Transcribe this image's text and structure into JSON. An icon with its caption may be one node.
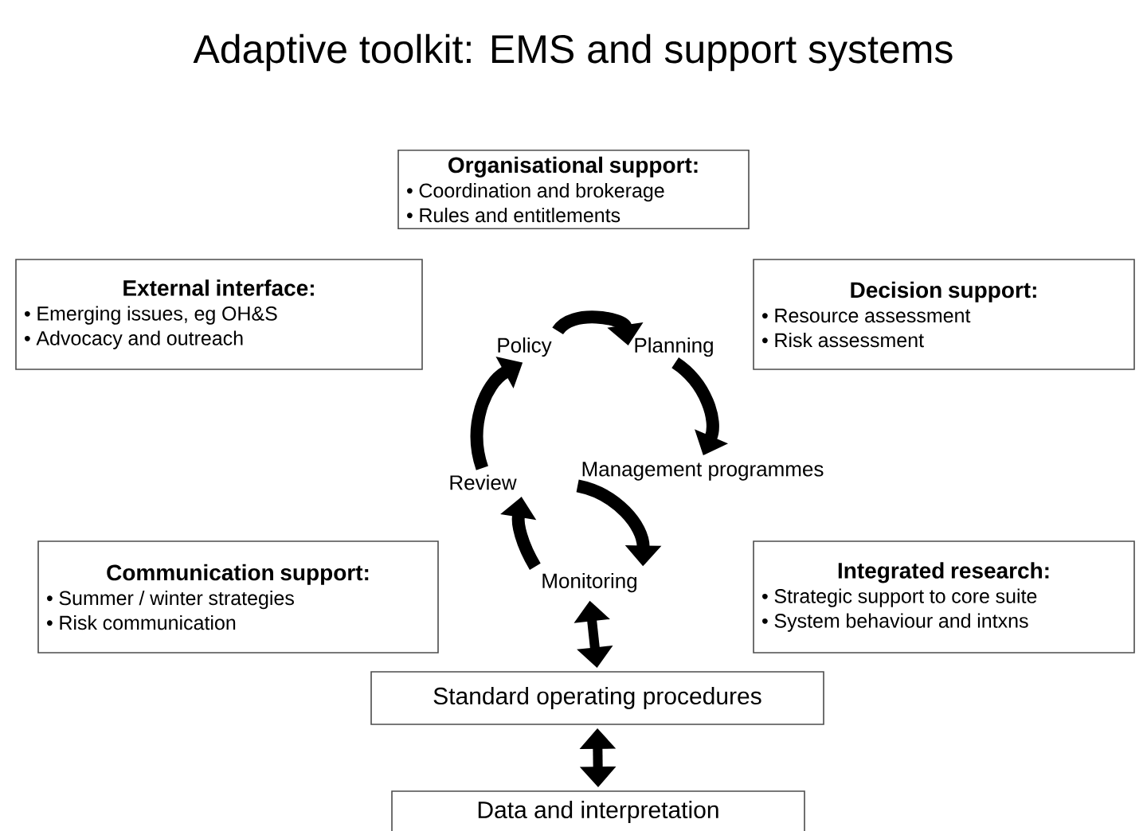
{
  "diagram": {
    "title": "Adaptive toolkit: EMS and support systems",
    "nodes": [
      {
        "text": [
          "Organisational support:",
          "• Coordination and brokerage",
          "• Rules and entitlements"
        ]
      },
      {
        "text": [
          "External interface:",
          "• Emerging issues, eg OH&S",
          "• Advocacy and outreach"
        ]
      },
      {
        "text": [
          "Decision support:",
          "• Resource assessment",
          "• Risk assessment"
        ]
      },
      {
        "text": [
          "Policy"
        ]
      },
      {
        "text": [
          "Planning"
        ]
      },
      {
        "text": [
          "Management programmes"
        ]
      },
      {
        "text": [
          "Monitoring"
        ]
      },
      {
        "text": [
          "Review"
        ]
      },
      {
        "text": [
          "Communication support:",
          "• Summer / winter strategies",
          "• Risk communication"
        ]
      },
      {
        "text": [
          "Integrated research:",
          "• Strategic support to core suite",
          "• System behaviour and intxns"
        ]
      },
      {
        "text": [
          "Standard operating procedures"
        ]
      },
      {
        "text": [
          "Data and interpretation"
        ]
      }
    ],
    "edges": [
      {
        "from": 3,
        "to": 4,
        "arrow": "to"
      },
      {
        "from": 4,
        "to": 5,
        "arrow": "to"
      },
      {
        "from": 5,
        "to": 6,
        "arrow": "to"
      },
      {
        "from": 6,
        "to": 7,
        "arrow": "to"
      },
      {
        "from": 7,
        "to": 3,
        "arrow": "to"
      },
      {
        "from": 6,
        "to": 10,
        "arrow": "both"
      },
      {
        "from": 10,
        "to": 11,
        "arrow": "both"
      }
    ]
  }
}
